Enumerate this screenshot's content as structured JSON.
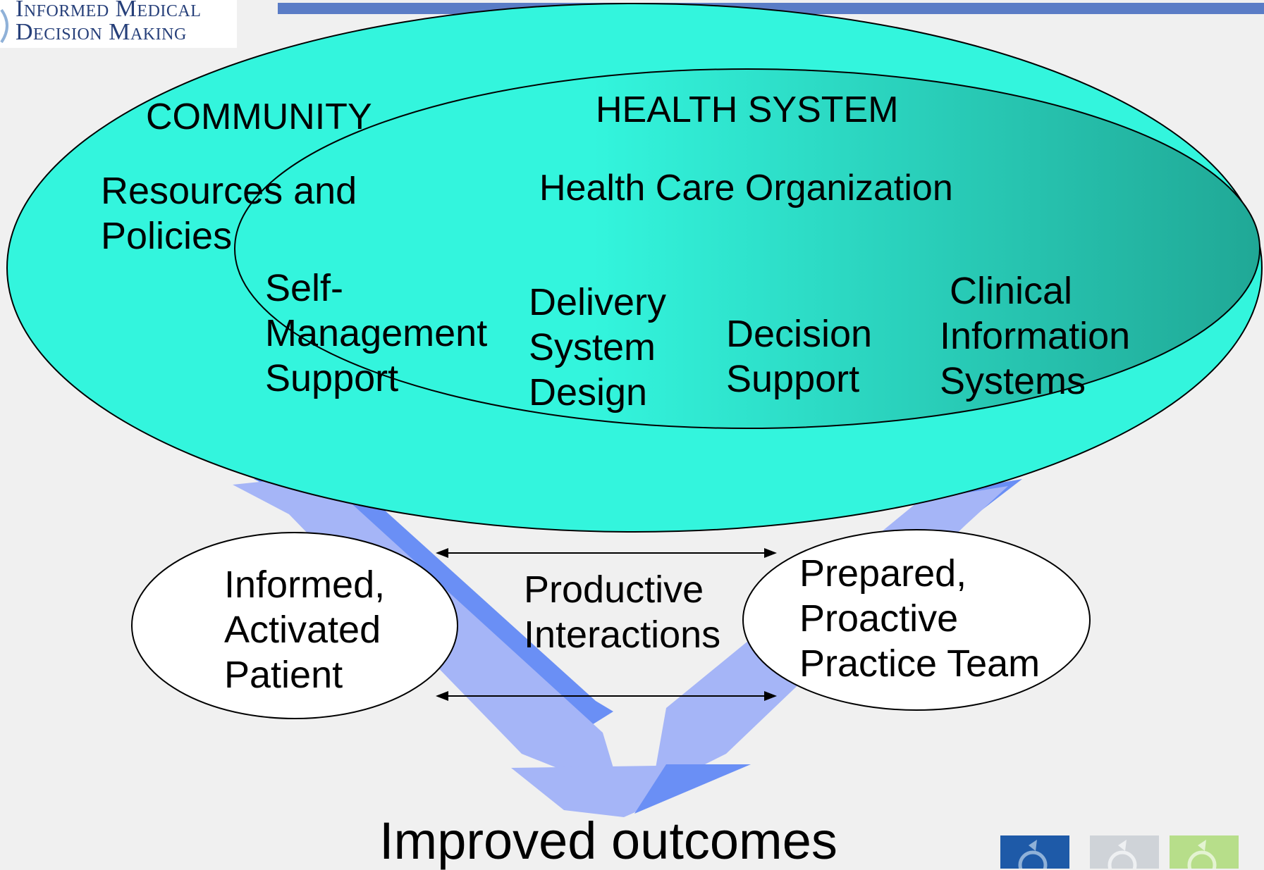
{
  "logo": {
    "line1": "Informed Medical",
    "line2": "Decision Making"
  },
  "community": {
    "title": "COMMUNITY",
    "resources": [
      "Resources and",
      "Policies"
    ]
  },
  "health_system": {
    "title": "HEALTH SYSTEM",
    "organization": "Health Care Organization",
    "self_management": [
      "Self-",
      "Management",
      "Support"
    ],
    "delivery_system": [
      "Delivery",
      "System",
      "Design"
    ],
    "decision_support": [
      "Decision",
      "Support"
    ],
    "clinical_info": [
      "Clinical",
      "Information",
      "Systems"
    ]
  },
  "patient": [
    "Informed,",
    "Activated",
    "Patient"
  ],
  "team": [
    "Prepared,",
    "Proactive",
    "Practice Team"
  ],
  "interactions": [
    "Productive",
    "Interactions"
  ],
  "outcome": "Improved outcomes",
  "colors": {
    "community_fill": "#33f5dd",
    "health_system_gradient": [
      "#33f5dd",
      "#20a896"
    ],
    "arrow_light": "#a5b5f7",
    "arrow_dark": "#6a8ff5",
    "header_bar": "#5a7cc6",
    "logo_text": "#27407a",
    "tiles": [
      "#1e5aa8",
      "#cfd3d8",
      "#b7de8a"
    ]
  }
}
